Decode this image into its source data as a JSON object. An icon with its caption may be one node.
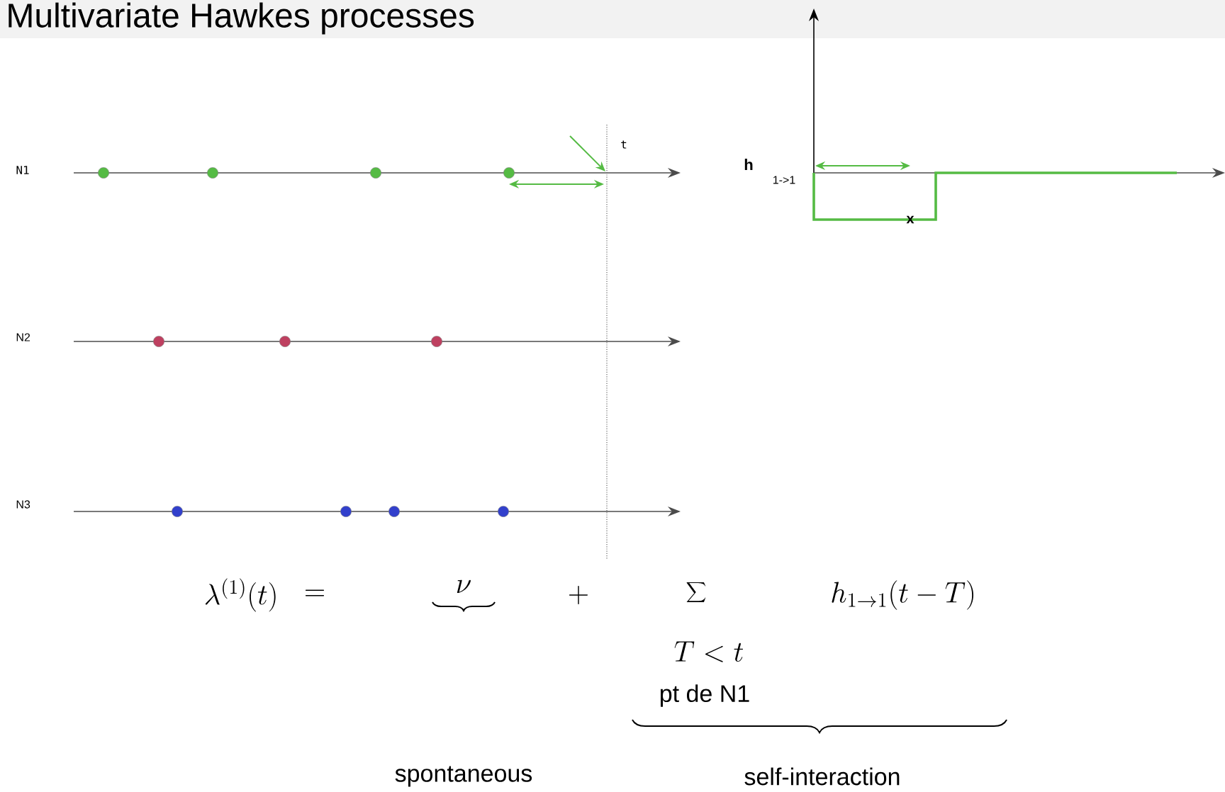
{
  "diagram": {
    "title": "Multivariate Hawkes processes",
    "labels": [
      "N1",
      "N2",
      "N3",
      "t",
      "h",
      "1->1",
      "x",
      "\\lambda^{(1)}(t)",
      "=",
      "\\nu",
      "+",
      "\\sum",
      "T<t",
      "pt de N1",
      "h_{1\\to 1}(t-T)",
      "spontaneous",
      "self-interaction"
    ]
  }
}
